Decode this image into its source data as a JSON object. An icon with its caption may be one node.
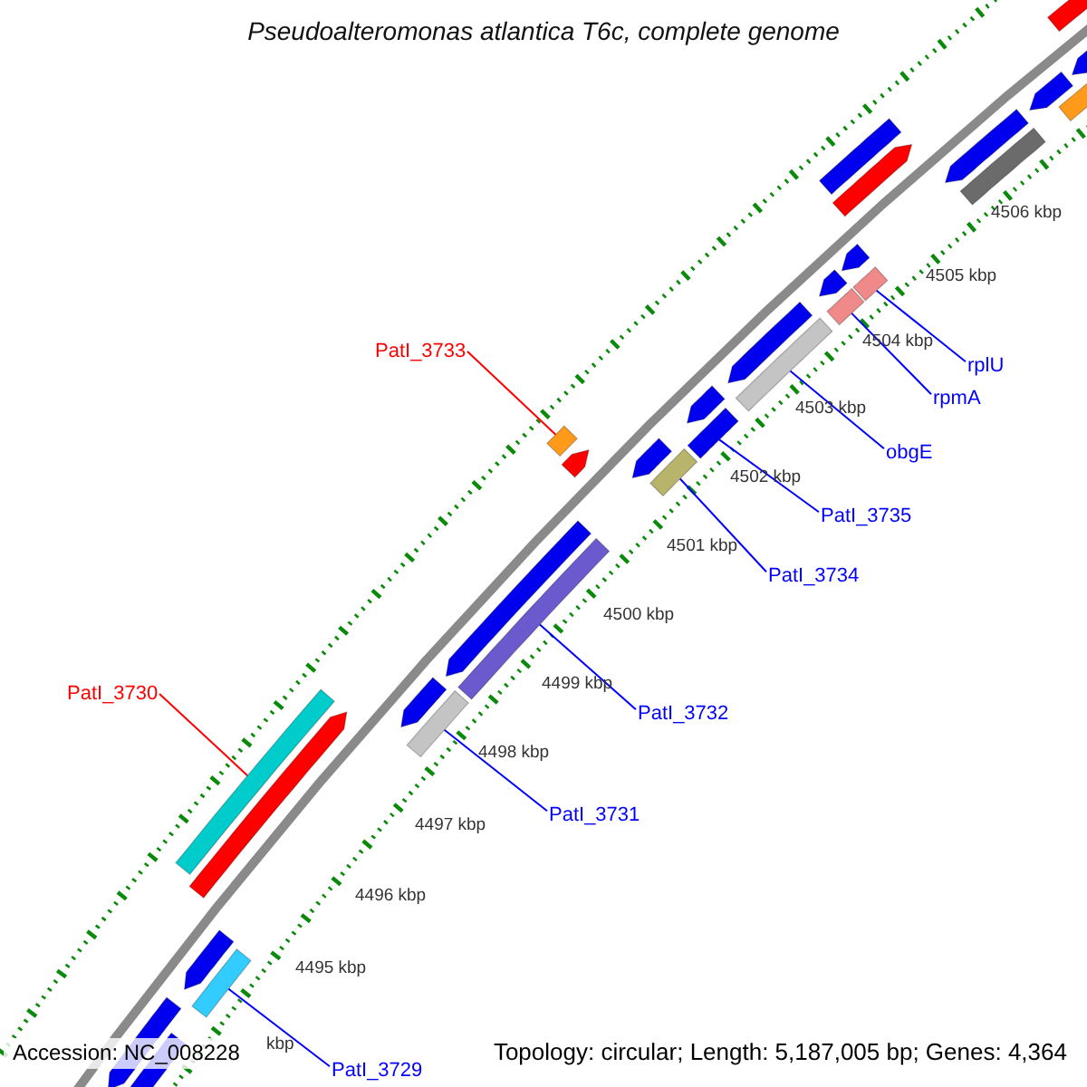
{
  "diagram": {
    "title": "Pseudoalteromonas atlantica T6c, complete genome",
    "nodes": [
      {
        "text": [
          "PatI_3733"
        ]
      },
      {
        "text": [],
        "shape": "bar"
      },
      {
        "text": [
          "rplU"
        ]
      },
      {
        "text": [],
        "shape": "bar"
      },
      {
        "text": [
          "rpmA"
        ]
      },
      {
        "text": [],
        "shape": "bar"
      },
      {
        "text": [
          "obgE"
        ]
      },
      {
        "text": [],
        "shape": "bar"
      },
      {
        "text": [
          "PatI_3735"
        ]
      },
      {
        "text": [],
        "shape": "bar"
      },
      {
        "text": [
          "PatI_3734"
        ]
      },
      {
        "text": [],
        "shape": "bar"
      },
      {
        "text": [
          "PatI_3730"
        ]
      },
      {
        "text": [],
        "shape": "bar"
      },
      {
        "text": [
          "PatI_3732"
        ]
      },
      {
        "text": [],
        "shape": "bar"
      },
      {
        "text": [
          "PatI_3731"
        ]
      },
      {
        "text": [],
        "shape": "bar"
      },
      {
        "text": [
          "PatI_3729"
        ]
      },
      {
        "text": [],
        "shape": "bar"
      },
      {
        "text": [],
        "shape": "pentagon"
      },
      {
        "text": [],
        "shape": "pentagon"
      },
      {
        "text": [],
        "shape": "pentagon"
      },
      {
        "text": [],
        "shape": "bar"
      },
      {
        "text": [],
        "shape": "pentagon"
      },
      {
        "text": [],
        "shape": "bar"
      },
      {
        "text": [],
        "shape": "bar"
      },
      {
        "text": [],
        "shape": "pentagon"
      },
      {
        "text": [],
        "shape": "pentagon"
      },
      {
        "text": [],
        "shape": "pentagon"
      },
      {
        "text": [],
        "shape": "pentagon"
      },
      {
        "text": [],
        "shape": "pentagon"
      },
      {
        "text": [],
        "shape": "pentagon"
      },
      {
        "text": [],
        "shape": "pentagon"
      },
      {
        "text": [],
        "shape": "pentagon"
      },
      {
        "text": [],
        "shape": "pentagon"
      },
      {
        "text": [],
        "shape": "pentagon"
      },
      {
        "text": [],
        "shape": "pentagon"
      },
      {
        "text": [],
        "shape": "pentagon"
      },
      {
        "text": [],
        "shape": "bar"
      }
    ],
    "edges": [
      {
        "from": 0,
        "to": 1,
        "arrow": "none",
        "color": "#ff0000"
      },
      {
        "from": 2,
        "to": 3,
        "arrow": "none"
      },
      {
        "from": 4,
        "to": 5,
        "arrow": "none"
      },
      {
        "from": 6,
        "to": 7,
        "arrow": "none"
      },
      {
        "from": 8,
        "to": 9,
        "arrow": "none"
      },
      {
        "from": 10,
        "to": 11,
        "arrow": "none"
      },
      {
        "from": 12,
        "to": 13,
        "arrow": "none",
        "color": "#ff0000"
      },
      {
        "from": 14,
        "to": 15,
        "arrow": "none"
      },
      {
        "from": 16,
        "to": 17,
        "arrow": "none"
      },
      {
        "from": 18,
        "to": 19,
        "arrow": "none"
      }
    ],
    "labels": [
      "4506 kbp",
      "4505 kbp",
      "4504 kbp",
      "4503 kbp",
      "4502 kbp",
      "4501 kbp",
      "4500 kbp",
      "4499 kbp",
      "4498 kbp",
      "4497 kbp",
      "4496 kbp",
      "4495 kbp",
      "kbp",
      "Accession: NC_008228",
      "Topology: circular; Length: 5,187,005 bp; Genes: 4,364"
    ]
  }
}
